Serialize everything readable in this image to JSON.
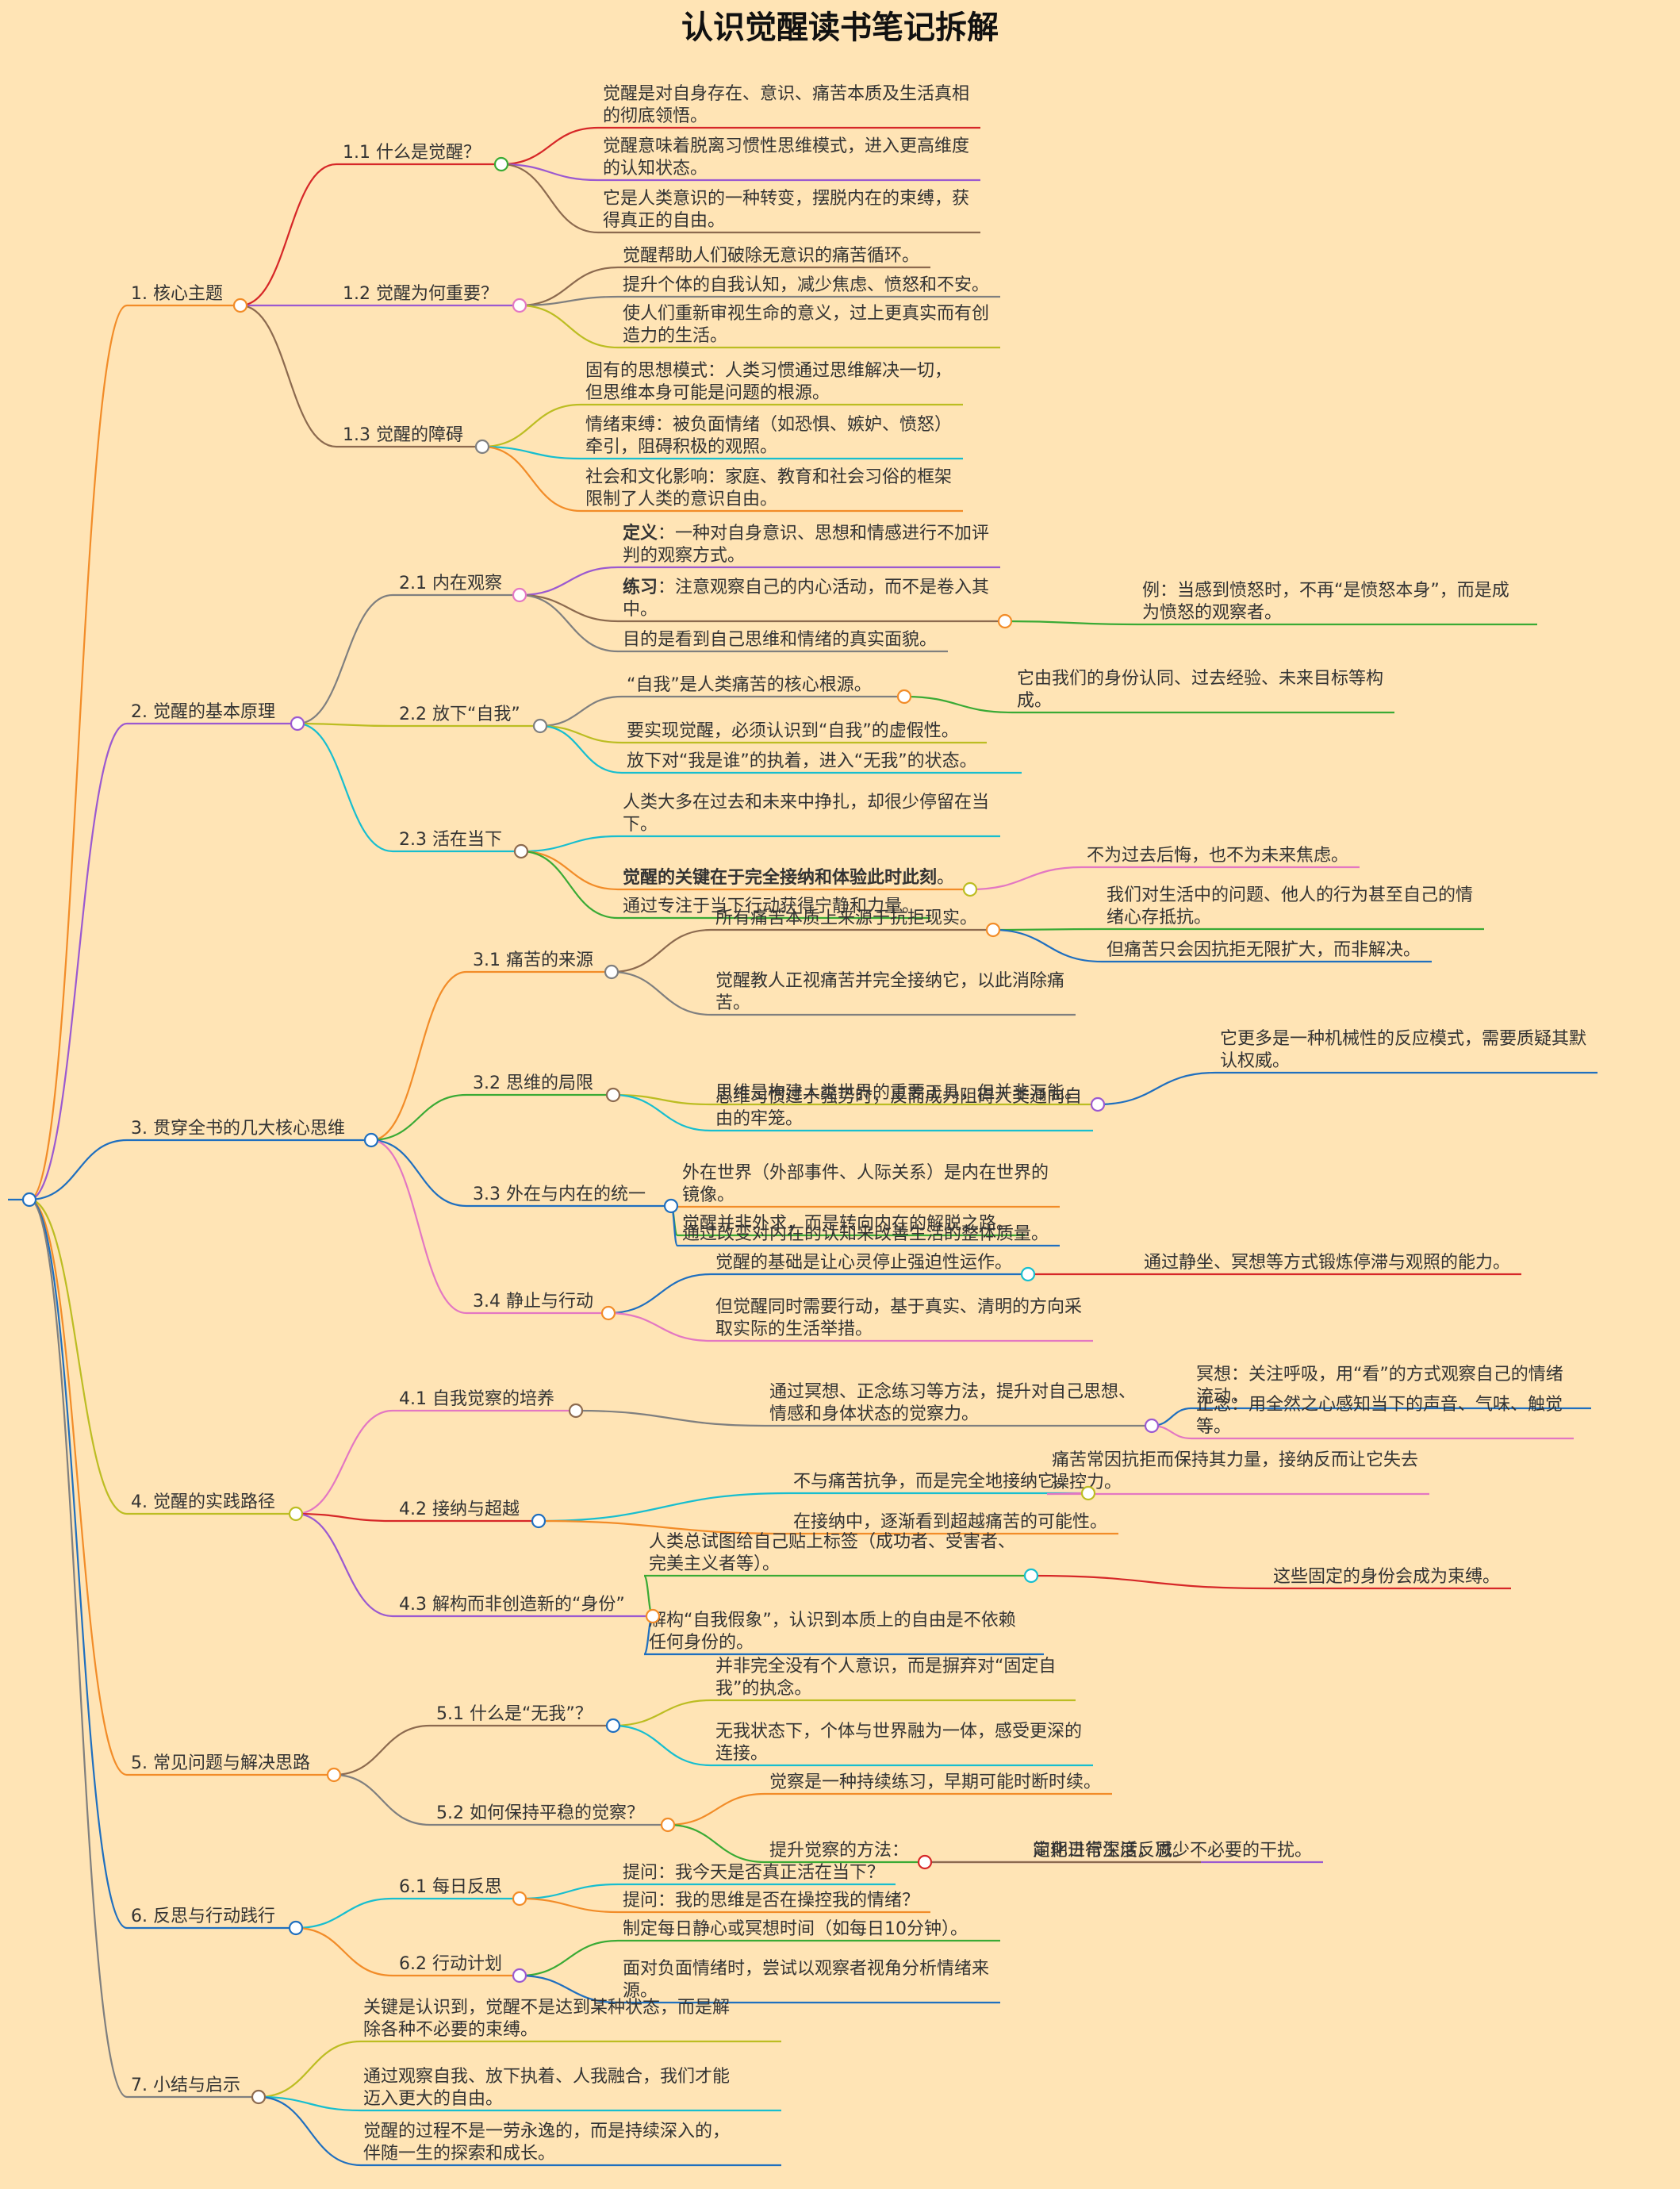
{
  "title": "认识觉醒读书笔记拆解",
  "colors": {
    "background": "#FFE4B5",
    "text": "#333333",
    "green": "#3AAA35",
    "orange": "#F28C28",
    "purple": "#9B59D0",
    "red": "#D62728",
    "brown": "#8C6A4F",
    "blue": "#1F6FBF",
    "pink": "#E377C2",
    "cyan": "#17BECF",
    "olive": "#BCBD22",
    "gray": "#7F7F7F"
  },
  "root": {
    "children": [
      {
        "label": "1. 核心主题",
        "children": [
          {
            "label": "1.1 什么是觉醒？",
            "children": [
              {
                "label": [
                  "觉醒是对自身存在、意识、痛苦本质及生活真相",
                  "的彻底领悟。"
                ]
              },
              {
                "label": [
                  "觉醒意味着脱离习惯性思维模式，进入更高维度",
                  "的认知状态。"
                ]
              },
              {
                "label": [
                  "它是人类意识的一种转变，摆脱内在的束缚，获",
                  "得真正的自由。"
                ]
              }
            ]
          },
          {
            "label": "1.2 觉醒为何重要？",
            "children": [
              {
                "label": [
                  "觉醒帮助人们破除无意识的痛苦循环。"
                ]
              },
              {
                "label": [
                  "提升个体的自我认知，减少焦虑、愤怒和不安。"
                ]
              },
              {
                "label": [
                  "使人们重新审视生命的意义，过上更真实而有创",
                  "造力的生活。"
                ]
              }
            ]
          },
          {
            "label": "1.3 觉醒的障碍",
            "children": [
              {
                "label": [
                  "固有的思想模式：人类习惯通过思维解决一切，",
                  "但思维本身可能是问题的根源。"
                ]
              },
              {
                "label": [
                  "情绪束缚：被负面情绪（如恐惧、嫉妒、愤怒）",
                  "牵引，阻碍积极的观照。"
                ]
              },
              {
                "label": [
                  "社会和文化影响：家庭、教育和社会习俗的框架",
                  "限制了人类的意识自由。"
                ]
              }
            ]
          }
        ]
      },
      {
        "label": "2. 觉醒的基本原理",
        "children": [
          {
            "label": "2.1 内在观察",
            "children": [
              {
                "label": [
                  "定义：一种对自身意识、思想和情感进行不加评",
                  "判的观察方式。"
                ],
                "bold": "定义"
              },
              {
                "label": [
                  "练习：注意观察自己的内心活动，而不是卷入其",
                  "中。"
                ],
                "bold": "练习",
                "children": [
                  {
                    "label": [
                      "例：当感到愤怒时，不再“是愤怒本身”，而是成",
                      "为愤怒的观察者。"
                    ]
                  }
                ]
              },
              {
                "label": [
                  "目的是看到自己思维和情绪的真实面貌。"
                ]
              }
            ]
          },
          {
            "label": "2.2 放下“自我”",
            "children": [
              {
                "label": [
                  "“自我”是人类痛苦的核心根源。"
                ],
                "children": [
                  {
                    "label": [
                      "它由我们的身份认同、过去经验、未来目标等构",
                      "成。"
                    ]
                  }
                ]
              },
              {
                "label": [
                  "要实现觉醒，必须认识到“自我”的虚假性。"
                ]
              },
              {
                "label": [
                  "放下对“我是谁”的执着，进入“无我”的状态。"
                ]
              }
            ]
          },
          {
            "label": "2.3 活在当下",
            "children": [
              {
                "label": [
                  "人类大多在过去和未来中挣扎，却很少停留在当",
                  "下。"
                ]
              },
              {
                "label": [
                  "觉醒的关键在于完全接纳和体验此时此刻。"
                ],
                "bold": "觉醒的关键在于完全接纳和体验此时此刻",
                "children": [
                  {
                    "label": [
                      "不为过去后悔，也不为未来焦虑。"
                    ]
                  }
                ]
              },
              {
                "label": [
                  "通过专注于当下行动获得宁静和力量。"
                ]
              }
            ]
          }
        ]
      },
      {
        "label": "3. 贯穿全书的几大核心思维",
        "children": [
          {
            "label": "3.1 痛苦的来源",
            "children": [
              {
                "label": [
                  "所有痛苦本质上来源于抗拒现实。"
                ],
                "children": [
                  {
                    "label": [
                      "我们对生活中的问题、他人的行为甚至自己的情",
                      "绪心存抵抗。"
                    ]
                  },
                  {
                    "label": [
                      "但痛苦只会因抗拒无限扩大，而非解决。"
                    ]
                  }
                ]
              },
              {
                "label": [
                  "觉醒教人正视痛苦并完全接纳它，以此消除痛",
                  "苦。"
                ]
              }
            ]
          },
          {
            "label": "3.2 思维的局限",
            "children": [
              {
                "label": [
                  "思维是构建人类世界的重要工具，但并非万能。"
                ],
                "children": [
                  {
                    "label": [
                      "它更多是一种机械性的反应模式，需要质疑其默",
                      "认权威。"
                    ]
                  }
                ]
              },
              {
                "label": [
                  "思维习惯过于强势时，反而成为阻碍人类通向自",
                  "由的牢笼。"
                ]
              }
            ]
          },
          {
            "label": "3.3 外在与内在的统一",
            "children": [
              {
                "label": [
                  "外在世界（外部事件、人际关系）是内在世界的",
                  "镜像。"
                ]
              },
              {
                "label": [
                  "觉醒并非外求，而是转向内在的解脱之路。"
                ]
              },
              {
                "label": [
                  "通过改变对内在的认知来改善生活的整体质量。"
                ]
              }
            ]
          },
          {
            "label": "3.4 静止与行动",
            "children": [
              {
                "label": [
                  "觉醒的基础是让心灵停止强迫性运作。"
                ],
                "children": [
                  {
                    "label": [
                      "通过静坐、冥想等方式锻炼停滞与观照的能力。"
                    ]
                  }
                ]
              },
              {
                "label": [
                  "但觉醒同时需要行动，基于真实、清明的方向采",
                  "取实际的生活举措。"
                ]
              }
            ]
          }
        ]
      },
      {
        "label": "4. 觉醒的实践路径",
        "children": [
          {
            "label": "4.1 自我觉察的培养",
            "children": [
              {
                "label": [
                  "通过冥想、正念练习等方法，提升对自己思想、",
                  "情感和身体状态的觉察力。"
                ],
                "children": [
                  {
                    "label": [
                      "冥想：关注呼吸，用“看”的方式观察自己的情绪",
                      "流动。"
                    ]
                  },
                  {
                    "label": [
                      "正念：用全然之心感知当下的声音、气味、触觉",
                      "等。"
                    ]
                  }
                ]
              }
            ]
          },
          {
            "label": "4.2 接纳与超越",
            "children": [
              {
                "label": [
                  "不与痛苦抗争，而是完全地接纳它。"
                ],
                "children": [
                  {
                    "label": [
                      "痛苦常因抗拒而保持其力量，接纳反而让它失去",
                      "操控力。"
                    ]
                  }
                ]
              },
              {
                "label": [
                  "在接纳中，逐渐看到超越痛苦的可能性。"
                ]
              }
            ]
          },
          {
            "label": "4.3 解构而非创造新的“身份”",
            "children": [
              {
                "label": [
                  "人类总试图给自己贴上标签（成功者、受害者、",
                  "完美主义者等）。"
                ],
                "children": [
                  {
                    "label": [
                      "这些固定的身份会成为束缚。"
                    ]
                  }
                ]
              },
              {
                "label": [
                  "解构“自我假象”，认识到本质上的自由是不依赖",
                  "任何身份的。"
                ]
              }
            ]
          }
        ]
      },
      {
        "label": "5. 常见问题与解决思路",
        "children": [
          {
            "label": "5.1 什么是“无我”？",
            "children": [
              {
                "label": [
                  "并非完全没有个人意识，而是摒弃对“固定自",
                  "我”的执念。"
                ]
              },
              {
                "label": [
                  "无我状态下，个体与世界融为一体，感受更深的",
                  "连接。"
                ]
              }
            ]
          },
          {
            "label": "5.2 如何保持平稳的觉察？",
            "children": [
              {
                "label": [
                  "觉察是一种持续练习，早期可能时断时续。"
                ]
              },
              {
                "label": [
                  "提升觉察的方法："
                ],
                "children": [
                  {
                    "label": [
                      "简化日常生活，减少不必要的干扰。"
                    ]
                  },
                  {
                    "label": [
                      "定期进行深度反思。"
                    ]
                  }
                ]
              }
            ]
          }
        ]
      },
      {
        "label": "6. 反思与行动践行",
        "children": [
          {
            "label": "6.1 每日反思",
            "children": [
              {
                "label": [
                  "提问：我今天是否真正活在当下？"
                ]
              },
              {
                "label": [
                  "提问：我的思维是否在操控我的情绪？"
                ]
              }
            ]
          },
          {
            "label": "6.2 行动计划",
            "children": [
              {
                "label": [
                  "制定每日静心或冥想时间（如每日10分钟）。"
                ]
              },
              {
                "label": [
                  "面对负面情绪时，尝试以观察者视角分析情绪来",
                  "源。"
                ]
              }
            ]
          }
        ]
      },
      {
        "label": "7. 小结与启示",
        "children": [
          {
            "label": [
              "关键是认识到，觉醒不是达到某种状态，而是解",
              "除各种不必要的束缚。"
            ]
          },
          {
            "label": [
              "通过观察自我、放下执着、人我融合，我们才能",
              "迈入更大的自由。"
            ]
          },
          {
            "label": [
              "觉醒的过程不是一劳永逸的，而是持续深入的，",
              "伴随一生的探索和成长。"
            ]
          }
        ]
      }
    ]
  }
}
